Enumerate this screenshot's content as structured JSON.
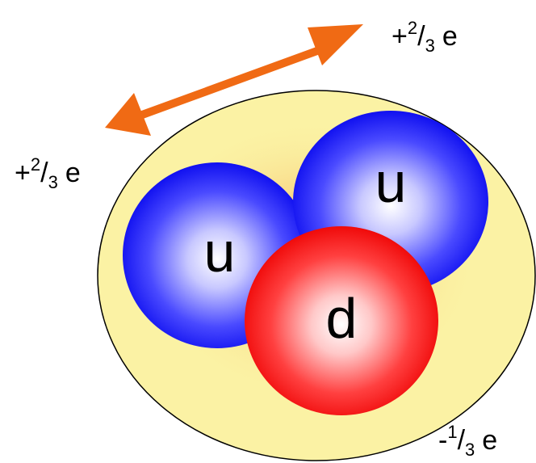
{
  "quarks": [
    {
      "flavor": "u",
      "color_name": "blue",
      "color": "#1a1aff"
    },
    {
      "flavor": "u",
      "color_name": "blue",
      "color": "#1a1aff"
    },
    {
      "flavor": "d",
      "color_name": "red",
      "color": "#ff1010"
    }
  ],
  "charges": [
    {
      "sign": "+",
      "num": "2",
      "den": "3",
      "unit": "e"
    },
    {
      "sign": "+",
      "num": "2",
      "den": "3",
      "unit": "e"
    },
    {
      "sign": "-",
      "num": "1",
      "den": "3",
      "unit": "e"
    }
  ],
  "colors": {
    "nucleon_fill": "#fbf2a4",
    "nucleon_glow": "#f7c76a",
    "arrow": "#f06a14",
    "outline": "#000000"
  }
}
